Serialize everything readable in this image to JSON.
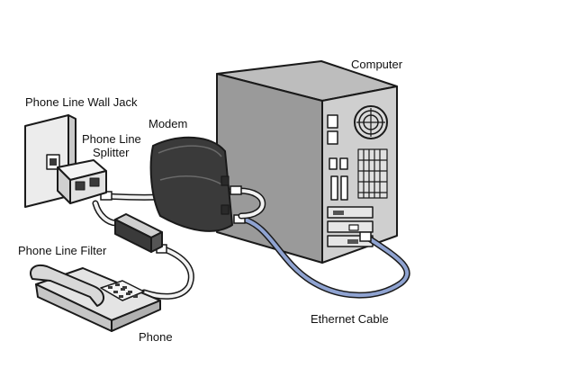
{
  "labels": {
    "computer": "Computer",
    "wall_jack": "Phone Line Wall Jack",
    "modem": "Modem",
    "splitter_line1": "Phone Line",
    "splitter_line2": "Splitter",
    "filter": "Phone Line Filter",
    "phone": "Phone",
    "ethernet": "Ethernet Cable"
  },
  "colors": {
    "background": "#ffffff",
    "outline": "#1a1a1a",
    "computer_front": "#cfcfcf",
    "computer_side": "#9a9a9a",
    "computer_top": "#bdbdbd",
    "modem_body": "#3a3a3a",
    "wall_plate": "#ececec",
    "phone_body": "#e4e4e4",
    "phone_cable": "#f2f2f2",
    "ethernet_cable": "#8fa3d1"
  },
  "icons": [
    "computer-tower",
    "modem",
    "wall-jack",
    "phone-line-splitter",
    "phone-line-filter",
    "telephone"
  ]
}
